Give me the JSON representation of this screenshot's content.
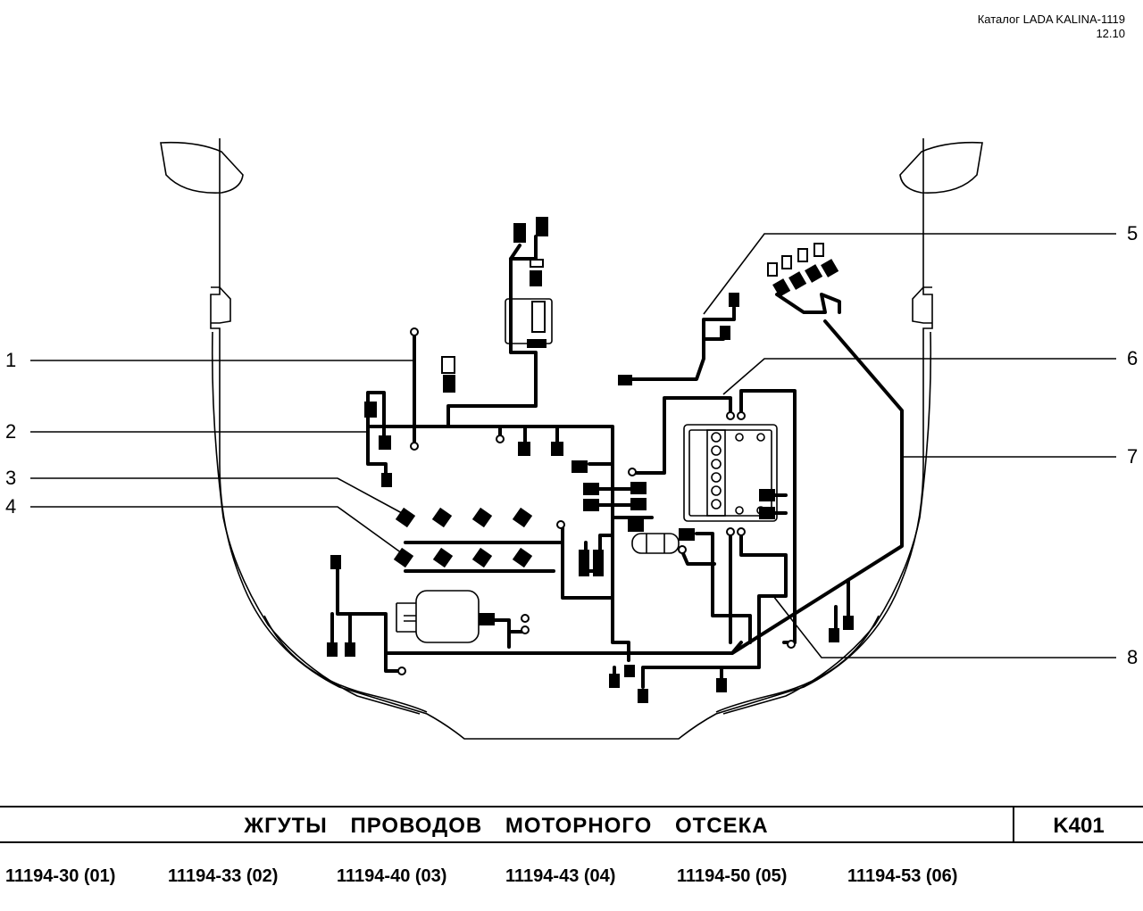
{
  "header": {
    "catalog": "Каталог LADA KALINA-1119",
    "date": "12.10"
  },
  "callouts": [
    {
      "id": "1",
      "label": "1"
    },
    {
      "id": "2",
      "label": "2"
    },
    {
      "id": "3",
      "label": "3"
    },
    {
      "id": "4",
      "label": "4"
    },
    {
      "id": "5",
      "label": "5"
    },
    {
      "id": "6",
      "label": "6"
    },
    {
      "id": "7",
      "label": "7"
    },
    {
      "id": "8",
      "label": "8"
    }
  ],
  "title_bar": {
    "title": "ЖГУТЫ ПРОВОДОВ МОТОРНОГО ОТСЕКА",
    "code": "K401"
  },
  "models": [
    "11194-30 (01)",
    "11194-33 (02)",
    "11194-40 (03)",
    "11194-43 (04)",
    "11194-50 (05)",
    "11194-53 (06)"
  ]
}
